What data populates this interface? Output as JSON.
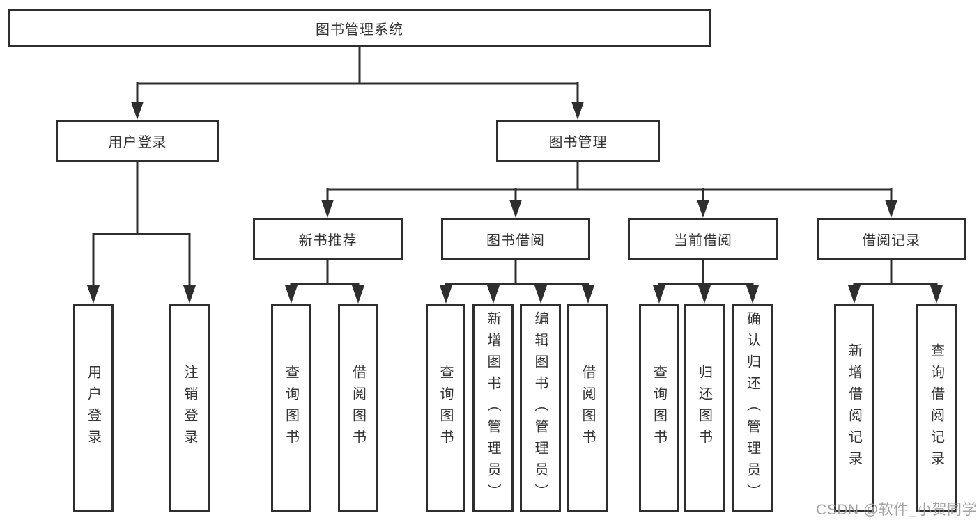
{
  "diagram_title": "图书管理系统",
  "tree": {
    "root": {
      "label": "图书管理系统"
    },
    "level2": [
      {
        "label": "用户登录"
      },
      {
        "label": "图书管理"
      }
    ],
    "level3": [
      {
        "label": "新书推荐",
        "parent": "图书管理"
      },
      {
        "label": "图书借阅",
        "parent": "图书管理"
      },
      {
        "label": "当前借阅",
        "parent": "图书管理"
      },
      {
        "label": "借阅记录",
        "parent": "图书管理"
      }
    ],
    "leaves": [
      {
        "label": "用户登录",
        "parent": "用户登录"
      },
      {
        "label": "注销登录",
        "parent": "用户登录"
      },
      {
        "label": "查询图书",
        "parent": "新书推荐"
      },
      {
        "label": "借阅图书",
        "parent": "新书推荐"
      },
      {
        "label": "查询图书",
        "parent": "图书借阅"
      },
      {
        "label": "新增图书（管理员）",
        "parent": "图书借阅"
      },
      {
        "label": "编辑图书（管理员）",
        "parent": "图书借阅"
      },
      {
        "label": "借阅图书",
        "parent": "图书借阅"
      },
      {
        "label": "查询图书",
        "parent": "当前借阅"
      },
      {
        "label": "归还图书",
        "parent": "当前借阅"
      },
      {
        "label": "确认归还（管理员）",
        "parent": "当前借阅"
      },
      {
        "label": "新增借阅记录",
        "parent": "借阅记录"
      },
      {
        "label": "查询借阅记录",
        "parent": "借阅记录"
      }
    ]
  },
  "watermark": {
    "text": "CSDN @软件_小贺同学"
  },
  "colors": {
    "line": "#2e2e2e",
    "text": "#333333",
    "bg": "#ffffff",
    "watermark": "#9c9c9c"
  }
}
